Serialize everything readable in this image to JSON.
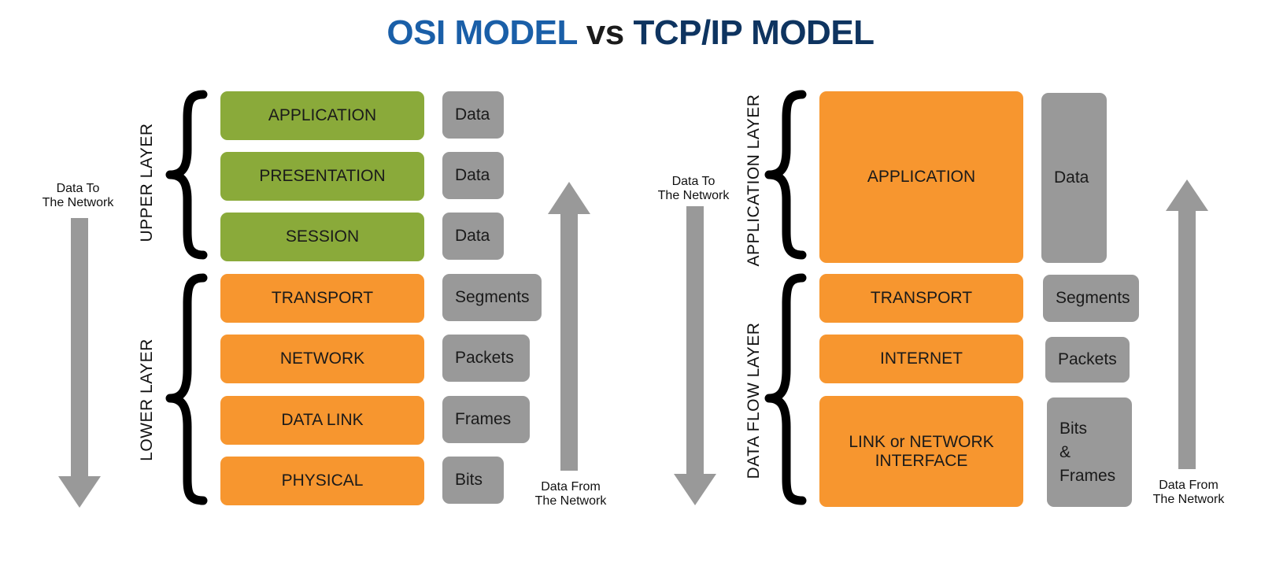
{
  "title": {
    "part1": "OSI MODEL",
    "part2": "vs",
    "part3": "TCP/IP MODEL"
  },
  "osi": {
    "upper_label": "UPPER LAYER",
    "lower_label": "LOWER  LAYER",
    "layers": [
      "APPLICATION",
      "PRESENTATION",
      "SESSION",
      "TRANSPORT",
      "NETWORK",
      "DATA LINK",
      "PHYSICAL"
    ],
    "units": [
      "Data",
      "Data",
      "Data",
      "Segments",
      "Packets",
      "Frames",
      "Bits"
    ],
    "to_network": {
      "line1": "Data To",
      "line2": "The Network"
    },
    "from_network": {
      "line1": "Data From",
      "line2": "The Network"
    }
  },
  "tcpip": {
    "app_label": "APPLICATION LAYER",
    "flow_label": "DATA FLOW  LAYER",
    "layers": {
      "application": "APPLICATION",
      "transport": "TRANSPORT",
      "internet": "INTERNET",
      "link_line1": "LINK or NETWORK",
      "link_line2": "INTERFACE"
    },
    "units": {
      "data": "Data",
      "segments": "Segments",
      "packets": "Packets",
      "bits_line1": "Bits",
      "bits_line2": "&",
      "bits_line3": "Frames"
    },
    "to_network": {
      "line1": "Data To",
      "line2": "The Network"
    },
    "from_network": {
      "line1": "Data From",
      "line2": "The Network"
    }
  },
  "colors": {
    "upper_green": "#8aaa3a",
    "orange": "#f7962f",
    "grey": "#999999",
    "title_blue": "#1a5fa8",
    "title_navy": "#0e3460"
  }
}
